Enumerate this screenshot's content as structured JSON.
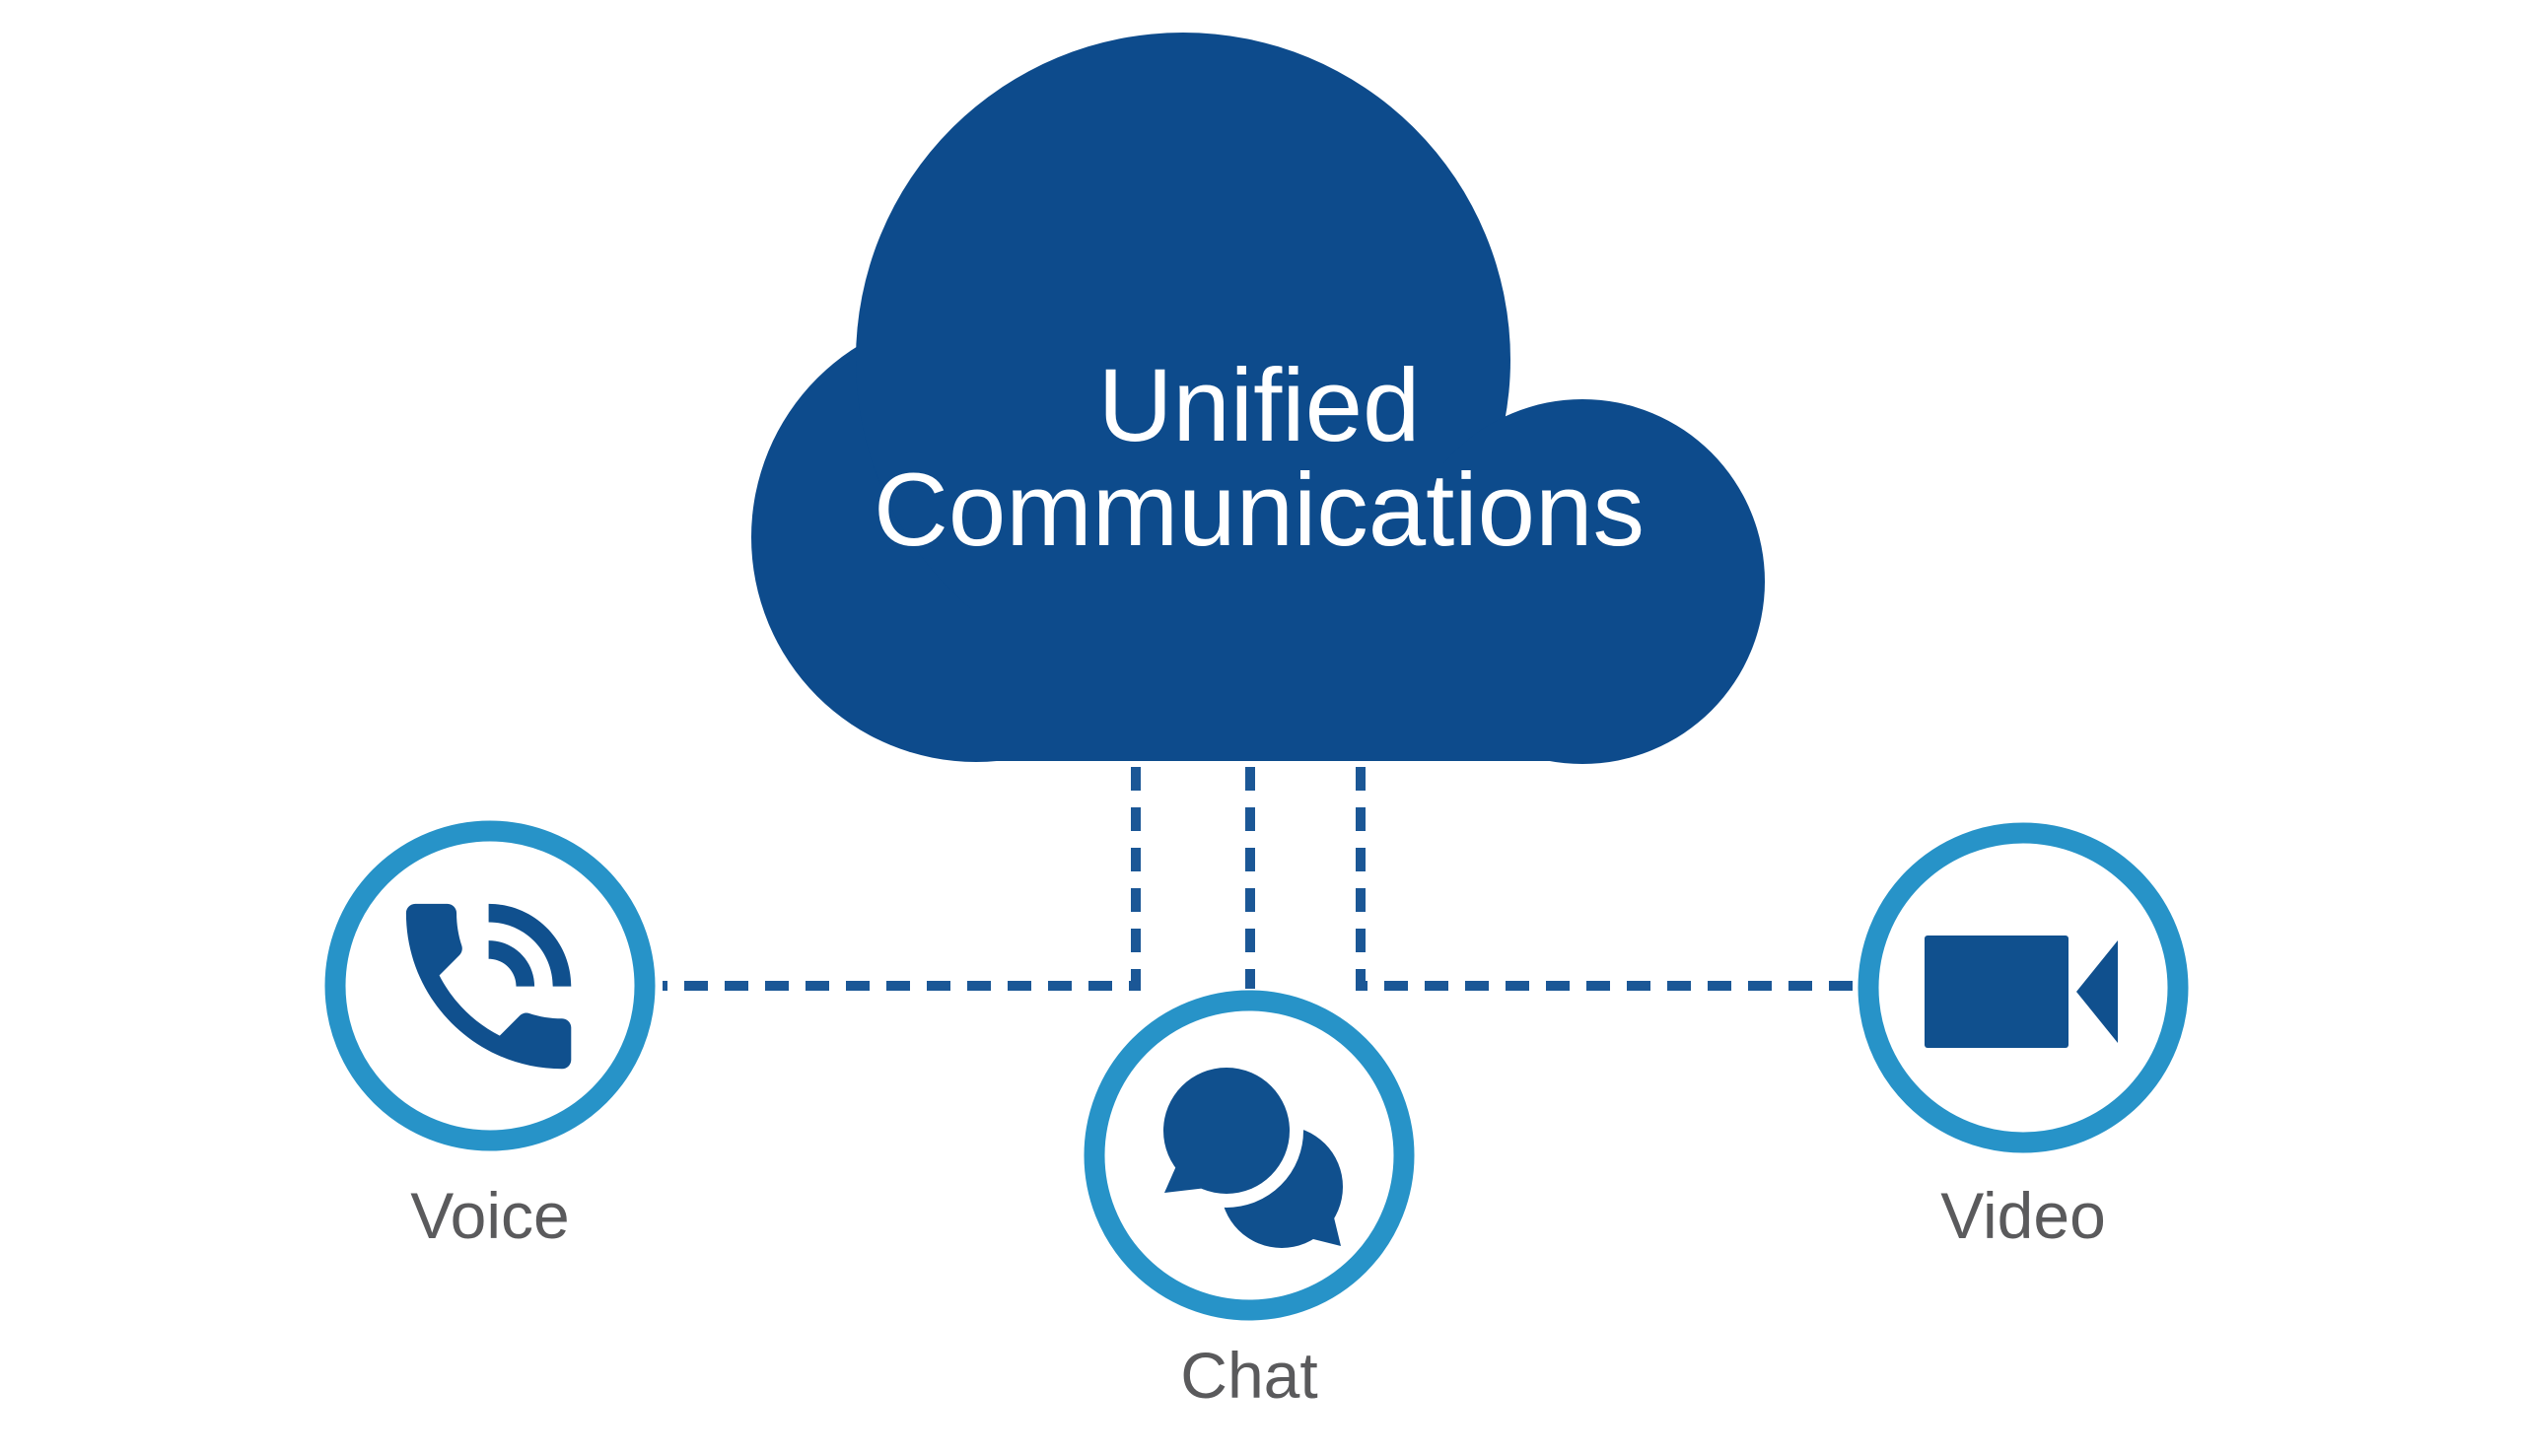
{
  "diagram": {
    "title_line1": "Unified",
    "title_line2": "Communications",
    "nodes": [
      {
        "label": "Voice",
        "icon": "phone-icon"
      },
      {
        "label": "Chat",
        "icon": "chat-bubbles-icon"
      },
      {
        "label": "Video",
        "icon": "video-camera-icon"
      }
    ]
  },
  "colors": {
    "cloud_blue": "#0d4b8c",
    "icon_blue": "#10508e",
    "ring_blue": "#2793c8",
    "connector_blue": "#1b5796",
    "label_gray": "#5a5a5c",
    "background": "#ffffff"
  }
}
